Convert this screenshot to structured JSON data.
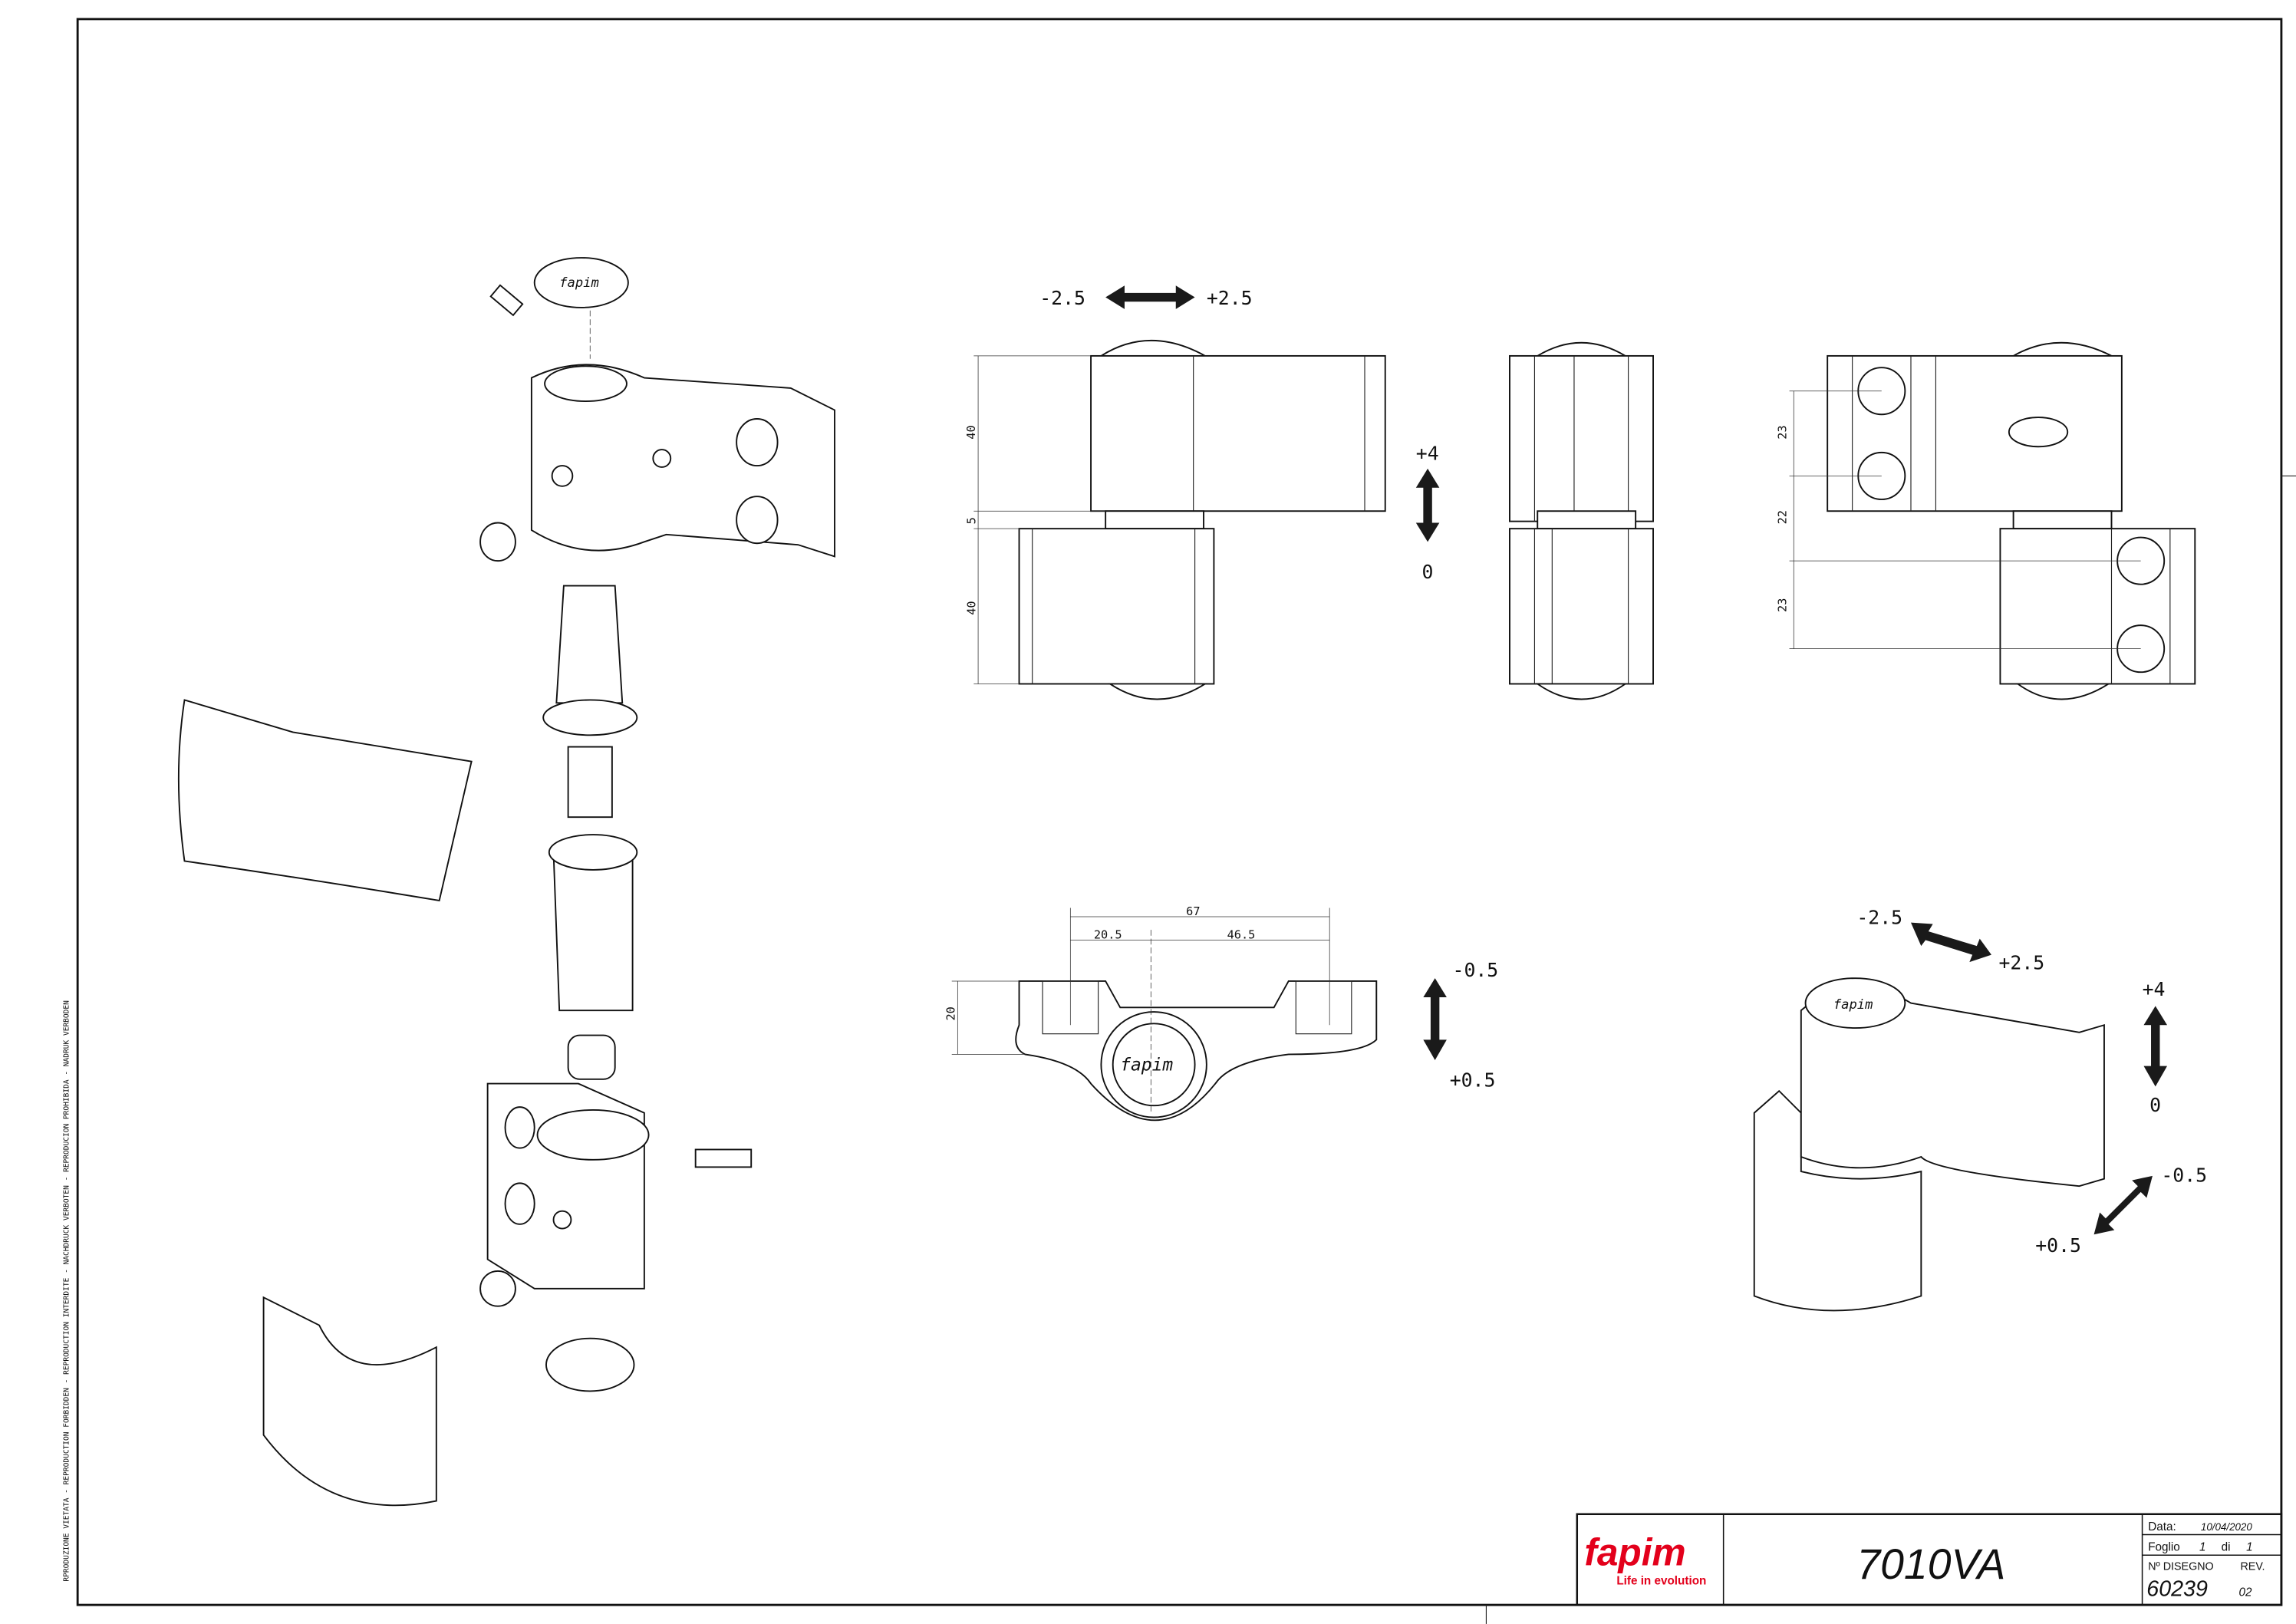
{
  "sidebar_notice": "RPRODUZIONE VIETATA - REPRODUCTION FORBIDDEN - REPRODUCTION INTERDITE - NACHDRUCK VERBOTEN - REPRODUCION PROHIBIDA - NADRUK VERBODEN",
  "front_view": {
    "adjust_left": "-2.5",
    "adjust_right": "+2.5",
    "dim_top": "40",
    "dim_gap": "5",
    "dim_bottom": "40",
    "height_plus": "+4",
    "height_zero": "0"
  },
  "right_view": {
    "dim_top": "23",
    "dim_gap": "22",
    "dim_bottom": "23"
  },
  "top_view": {
    "dim_total": "67",
    "dim_left": "20.5",
    "dim_right": "46.5",
    "dim_height": "20",
    "compress_minus": "-0.5",
    "compress_plus": "+0.5"
  },
  "iso_view": {
    "adjust_left": "-2.5",
    "adjust_right": "+2.5",
    "height_plus": "+4",
    "height_zero": "0",
    "compress_minus": "-0.5",
    "compress_plus": "+0.5"
  },
  "title_block": {
    "logo": "fapim",
    "logo_tagline": "Life in evolution",
    "product_code": "7010VA",
    "date_label": "Data:",
    "date_value": "10/04/2020",
    "sheet_label": "Foglio",
    "sheet_num": "1",
    "sheet_of": "di",
    "sheet_total": "1",
    "drawing_label": "Nº DISEGNO",
    "rev_label": "REV.",
    "drawing_number": "60239",
    "revision": "02"
  },
  "colors": {
    "logo_red": "#e3001b",
    "line": "#111111"
  }
}
